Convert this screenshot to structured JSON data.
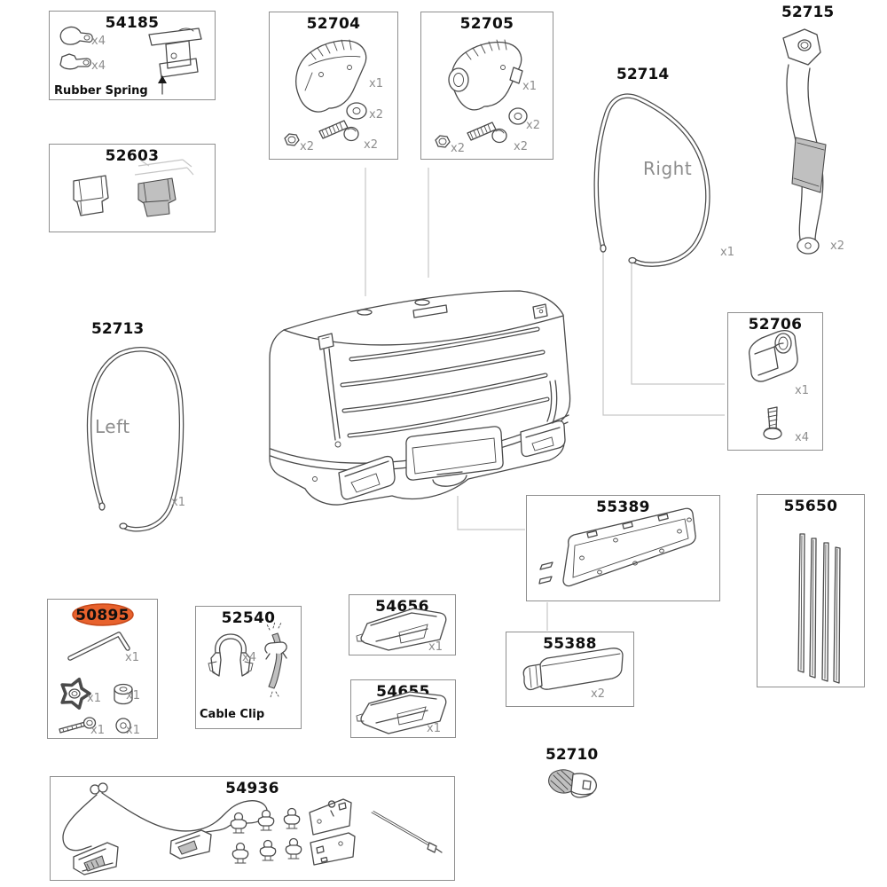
{
  "highlight": {
    "fill": "#E8622D",
    "border": "#C74A1C"
  },
  "parts": {
    "p54185": {
      "number": "54185",
      "caption": "Rubber Spring",
      "qty_spring_a": "x4",
      "qty_spring_b": "x4"
    },
    "p52603": {
      "number": "52603"
    },
    "p52704": {
      "number": "52704",
      "qty_cover": "x1",
      "qty_washer": "x2",
      "qty_bolt": "x2",
      "qty_nut": "x2"
    },
    "p52705": {
      "number": "52705",
      "qty_cover": "x1",
      "qty_washer": "x2",
      "qty_bolt": "x2",
      "qty_nut": "x2"
    },
    "p52714": {
      "number": "52714",
      "side": "Right",
      "qty": "x1"
    },
    "p52715": {
      "number": "52715",
      "qty": "x2"
    },
    "p52713": {
      "number": "52713",
      "side": "Left",
      "qty": "x1"
    },
    "p52706": {
      "number": "52706",
      "qty_bracket": "x1",
      "qty_screw": "x4"
    },
    "p55389": {
      "number": "55389"
    },
    "p55650": {
      "number": "55650"
    },
    "p50895": {
      "number": "50895",
      "qty_allen_key": "x1",
      "qty_knob": "x1",
      "qty_spacer": "x1",
      "qty_bolt": "x1",
      "qty_washer": "x1"
    },
    "p52540": {
      "number": "52540",
      "caption": "Cable Clip",
      "qty": "x4"
    },
    "p54656": {
      "number": "54656",
      "qty": "x1"
    },
    "p54655": {
      "number": "54655",
      "qty": "x1"
    },
    "p55388": {
      "number": "55388",
      "qty": "x2"
    },
    "p52710": {
      "number": "52710"
    },
    "p54936": {
      "number": "54936"
    }
  }
}
